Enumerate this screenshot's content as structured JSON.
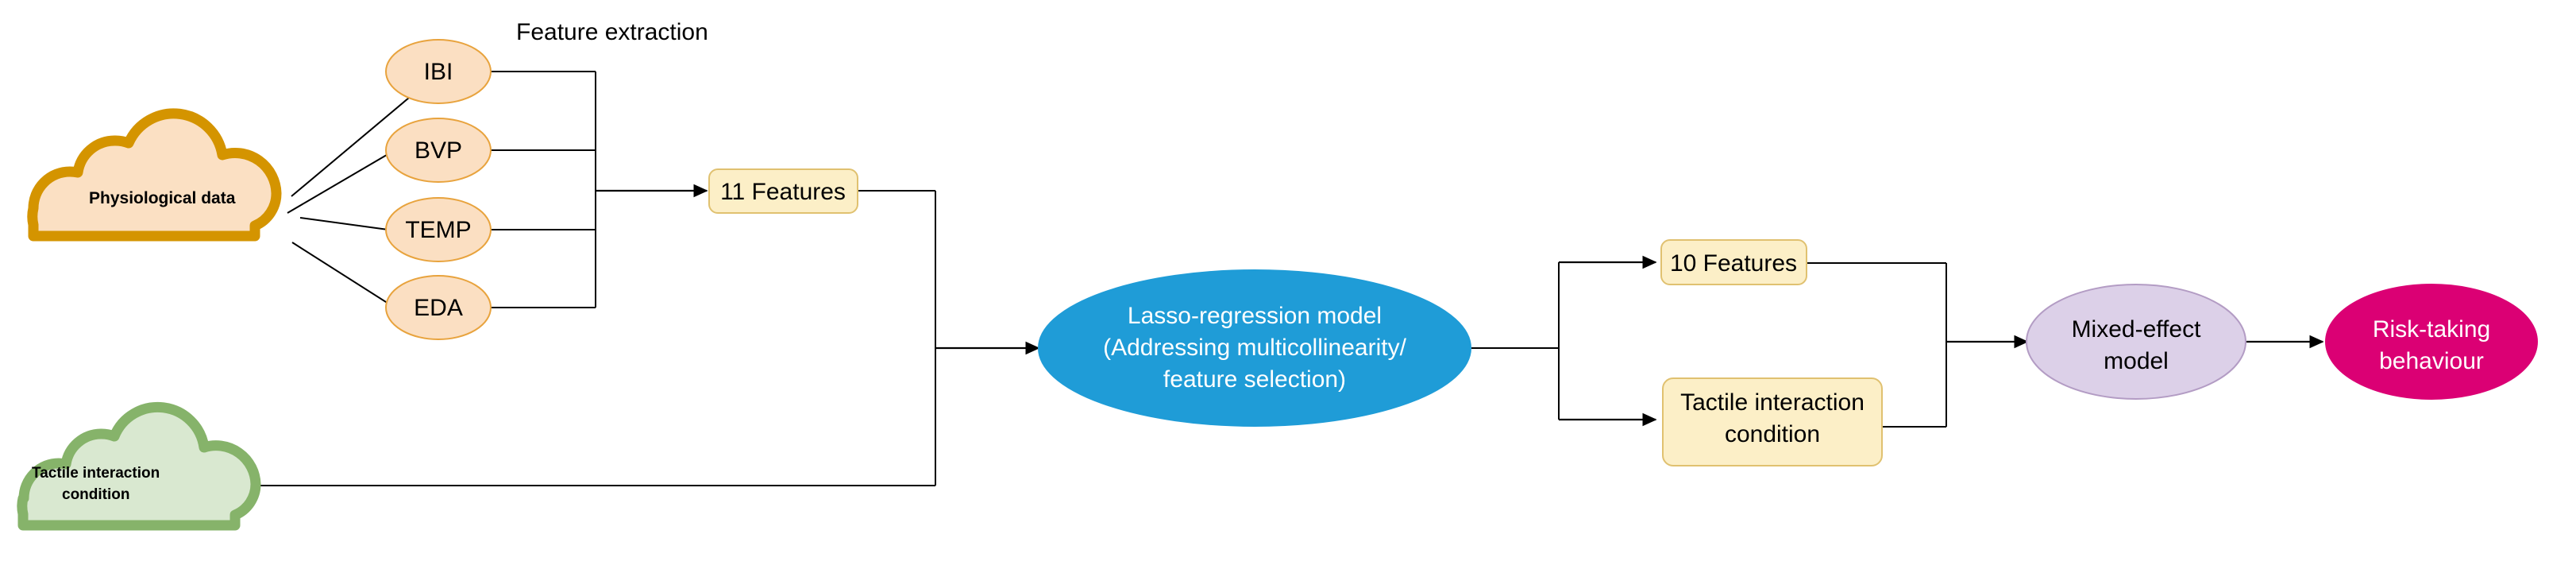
{
  "diagram": {
    "title_note": "Feature extraction",
    "sources": [
      {
        "id": "physiological-data",
        "label": "Physiological data",
        "shape": "cloud",
        "fill": "#FBE0C3",
        "stroke": "#D49400"
      },
      {
        "id": "tactile-interaction-condition-source",
        "label_line1": "Tactile interaction",
        "label_line2": "condition",
        "shape": "cloud",
        "fill": "#D9E8D0",
        "stroke": "#86B36A"
      }
    ],
    "signals": [
      {
        "id": "ibi",
        "label": "IBI"
      },
      {
        "id": "bvp",
        "label": "BVP"
      },
      {
        "id": "temp",
        "label": "TEMP"
      },
      {
        "id": "eda",
        "label": "EDA"
      }
    ],
    "signal_style": {
      "fill": "#FBDFC2",
      "stroke": "#E8A33D"
    },
    "boxes": [
      {
        "id": "features-11",
        "label": "11 Features"
      },
      {
        "id": "features-10",
        "label": "10 Features"
      },
      {
        "id": "tactile-condition-box",
        "label_line1": "Tactile interaction",
        "label_line2": "condition"
      }
    ],
    "box_style": {
      "fill": "#FCEFC7",
      "stroke": "#E0C170"
    },
    "models": [
      {
        "id": "lasso-regression-model",
        "line1": "Lasso-regression model",
        "line2": "(Addressing multicollinearity/",
        "line3": "feature selection)",
        "fill": "#1F9CD7",
        "stroke": "#1F9CD7",
        "text_color": "#FFFFFF"
      },
      {
        "id": "mixed-effect-model",
        "line1": "Mixed-effect",
        "line2": "model",
        "fill": "#DCD0E8",
        "stroke": "#B39CC4",
        "text_color": "#000000"
      },
      {
        "id": "risk-taking-behaviour",
        "line1": "Risk-taking",
        "line2": "behaviour",
        "fill": "#DB0074",
        "stroke": "#DB0074",
        "text_color": "#FFFFFF"
      }
    ],
    "colors": {
      "edge": "#000000",
      "background": "#FFFFFF",
      "accent_blue": "#1F9CD7",
      "accent_pink": "#DB0074",
      "accent_purple": "#DCD0E8",
      "accent_orange": "#D49400",
      "accent_green": "#86B36A"
    }
  }
}
